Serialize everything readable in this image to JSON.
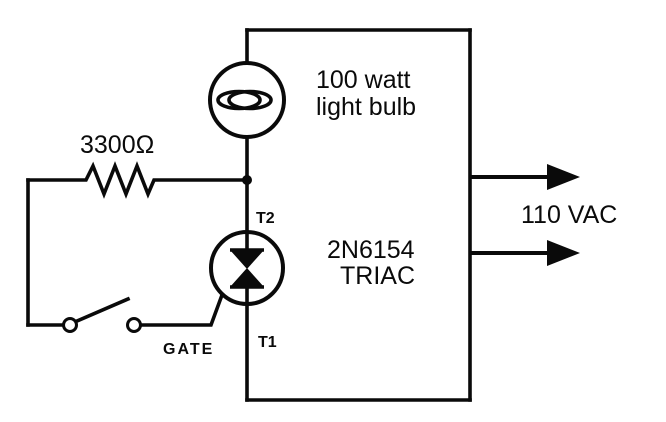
{
  "diagram": {
    "type": "circuit-schematic",
    "labels": {
      "resistor_value": "3300Ω",
      "bulb_line1": "100 watt",
      "bulb_line2": "light bulb",
      "triac_part": "2N6154",
      "triac_type": "TRIAC",
      "supply_voltage": "110 VAC",
      "terminal_top": "T2",
      "terminal_bottom": "T1",
      "gate": "GATE"
    },
    "colors": {
      "line": "#0a0a0a",
      "background": "#ffffff"
    }
  }
}
